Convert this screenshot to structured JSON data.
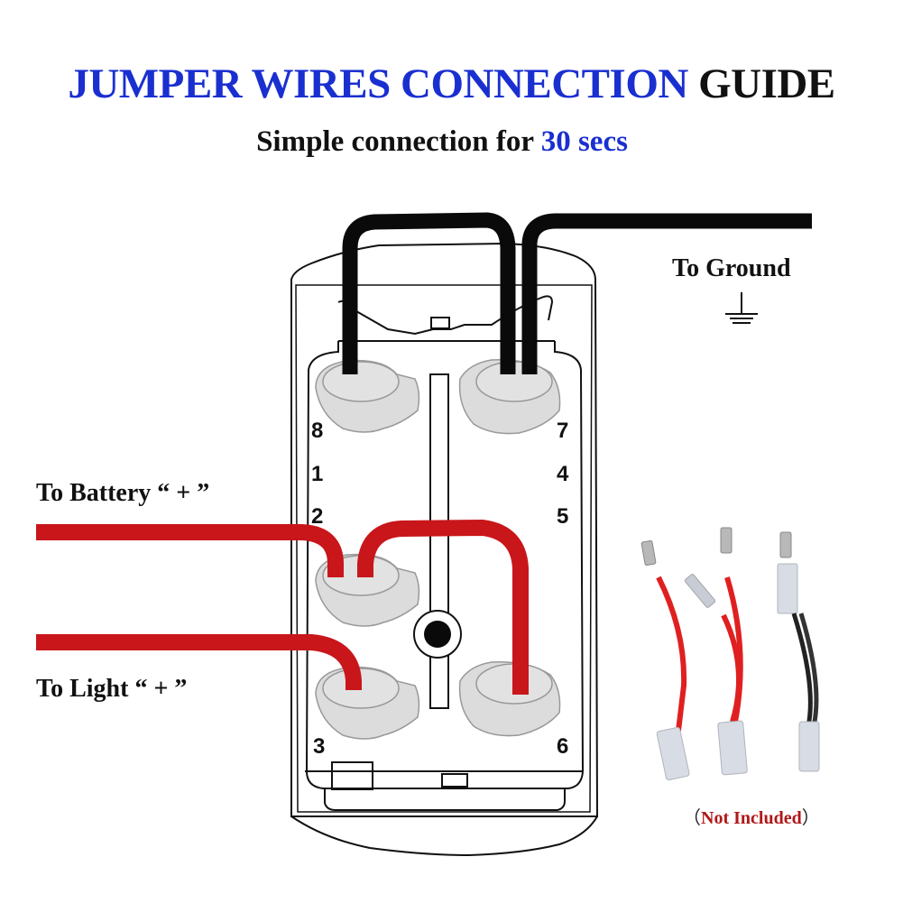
{
  "title": {
    "blue_part": "JUMPER WIRES CONNECTION",
    "black_part": "GUIDE"
  },
  "subtitle": {
    "black_part": "Simple connection for",
    "blue_part": "30 secs"
  },
  "labels": {
    "ground": "To Ground",
    "battery": "To Battery  “ + ”",
    "light": "To Light “ + ”"
  },
  "pins": {
    "left": [
      "8",
      "1",
      "2",
      "3"
    ],
    "right": [
      "7",
      "4",
      "5",
      "6"
    ]
  },
  "note": {
    "open": "（",
    "text": "Not Included",
    "close": "）"
  },
  "colors": {
    "title_blue": "#1a2fd0",
    "wire_red": "#c8161b",
    "wire_black": "#0a0a0a",
    "terminal_gray": "#dcdcdc",
    "note_red": "#b01818"
  },
  "icons": {
    "ground": "ground-symbol-icon",
    "led": "indicator-dot-icon"
  }
}
